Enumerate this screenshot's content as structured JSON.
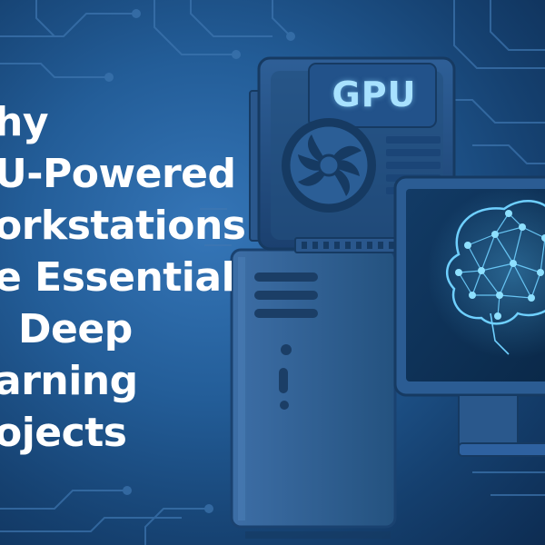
{
  "headline": {
    "lines": [
      "hy",
      "U-Powered",
      "orkstations",
      "e Essential",
      "Deep",
      "arning",
      "ojects"
    ]
  },
  "gpu_card": {
    "label": "GPU"
  },
  "colors": {
    "background": "#1c4f84",
    "text": "#ffffff",
    "gpu_label": "#a8e2ff",
    "brain_glow": "#6fd0ff"
  },
  "icons": [
    "circuit-traces",
    "gpu-card-icon",
    "fan-icon",
    "pc-tower-icon",
    "monitor-icon",
    "brain-network-icon"
  ]
}
